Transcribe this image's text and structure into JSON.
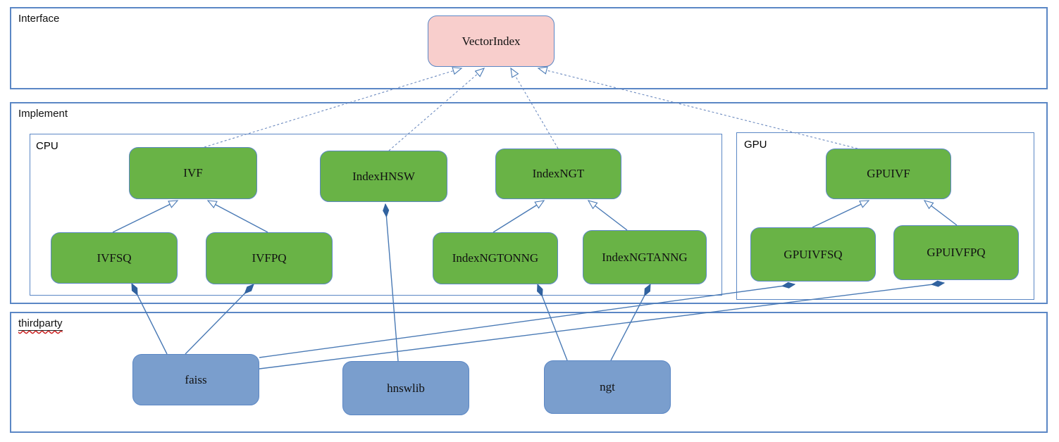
{
  "diagram": {
    "containers": {
      "interface": {
        "label": "Interface"
      },
      "implement": {
        "label": "Implement"
      },
      "cpu": {
        "label": "CPU"
      },
      "gpu": {
        "label": "GPU"
      },
      "thirdparty": {
        "label": "thirdparty"
      }
    },
    "nodes": {
      "vectorindex": {
        "label": "VectorIndex",
        "kind": "interface"
      },
      "ivf": {
        "label": "IVF",
        "kind": "cpu-class"
      },
      "indexhnsw": {
        "label": "IndexHNSW",
        "kind": "cpu-class"
      },
      "indexngt": {
        "label": "IndexNGT",
        "kind": "cpu-class"
      },
      "gpuivf": {
        "label": "GPUIVF",
        "kind": "gpu-class"
      },
      "ivfsq": {
        "label": "IVFSQ",
        "kind": "cpu-class"
      },
      "ivfpq": {
        "label": "IVFPQ",
        "kind": "cpu-class"
      },
      "indexngtonng": {
        "label": "IndexNGTONNG",
        "kind": "cpu-class"
      },
      "indexngtanng": {
        "label": "IndexNGTANNG",
        "kind": "cpu-class"
      },
      "gpuivfsq": {
        "label": "GPUIVFSQ",
        "kind": "gpu-class"
      },
      "gpuivfpq": {
        "label": "GPUIVFPQ",
        "kind": "gpu-class"
      },
      "faiss": {
        "label": "faiss",
        "kind": "thirdparty-lib"
      },
      "hnswlib": {
        "label": "hnswlib",
        "kind": "thirdparty-lib"
      },
      "ngt": {
        "label": "ngt",
        "kind": "thirdparty-lib"
      }
    },
    "edges": [
      {
        "from": "ivf",
        "to": "vectorindex",
        "type": "realization"
      },
      {
        "from": "indexhnsw",
        "to": "vectorindex",
        "type": "realization"
      },
      {
        "from": "indexngt",
        "to": "vectorindex",
        "type": "realization"
      },
      {
        "from": "gpuivf",
        "to": "vectorindex",
        "type": "realization"
      },
      {
        "from": "ivfsq",
        "to": "ivf",
        "type": "generalization"
      },
      {
        "from": "ivfpq",
        "to": "ivf",
        "type": "generalization"
      },
      {
        "from": "indexngtonng",
        "to": "indexngt",
        "type": "generalization"
      },
      {
        "from": "indexngtanng",
        "to": "indexngt",
        "type": "generalization"
      },
      {
        "from": "gpuivfsq",
        "to": "gpuivf",
        "type": "generalization"
      },
      {
        "from": "gpuivfpq",
        "to": "gpuivf",
        "type": "generalization"
      },
      {
        "from": "ivfsq",
        "to": "faiss",
        "type": "composition"
      },
      {
        "from": "ivfpq",
        "to": "faiss",
        "type": "composition"
      },
      {
        "from": "indexhnsw",
        "to": "hnswlib",
        "type": "composition"
      },
      {
        "from": "indexngtonng",
        "to": "ngt",
        "type": "composition"
      },
      {
        "from": "indexngtanng",
        "to": "ngt",
        "type": "composition"
      },
      {
        "from": "gpuivfsq",
        "to": "faiss",
        "type": "composition"
      },
      {
        "from": "gpuivfpq",
        "to": "faiss",
        "type": "composition"
      }
    ],
    "colors": {
      "interface_fill": "#f8cecc",
      "implementation_fill": "#69b346",
      "thirdparty_fill": "#7a9ecd",
      "border_blue": "#5b87c5",
      "edge_blue": "#4a7ab5",
      "diamond_fill": "#31629f",
      "spellcheck_red": "#cc2222"
    }
  }
}
